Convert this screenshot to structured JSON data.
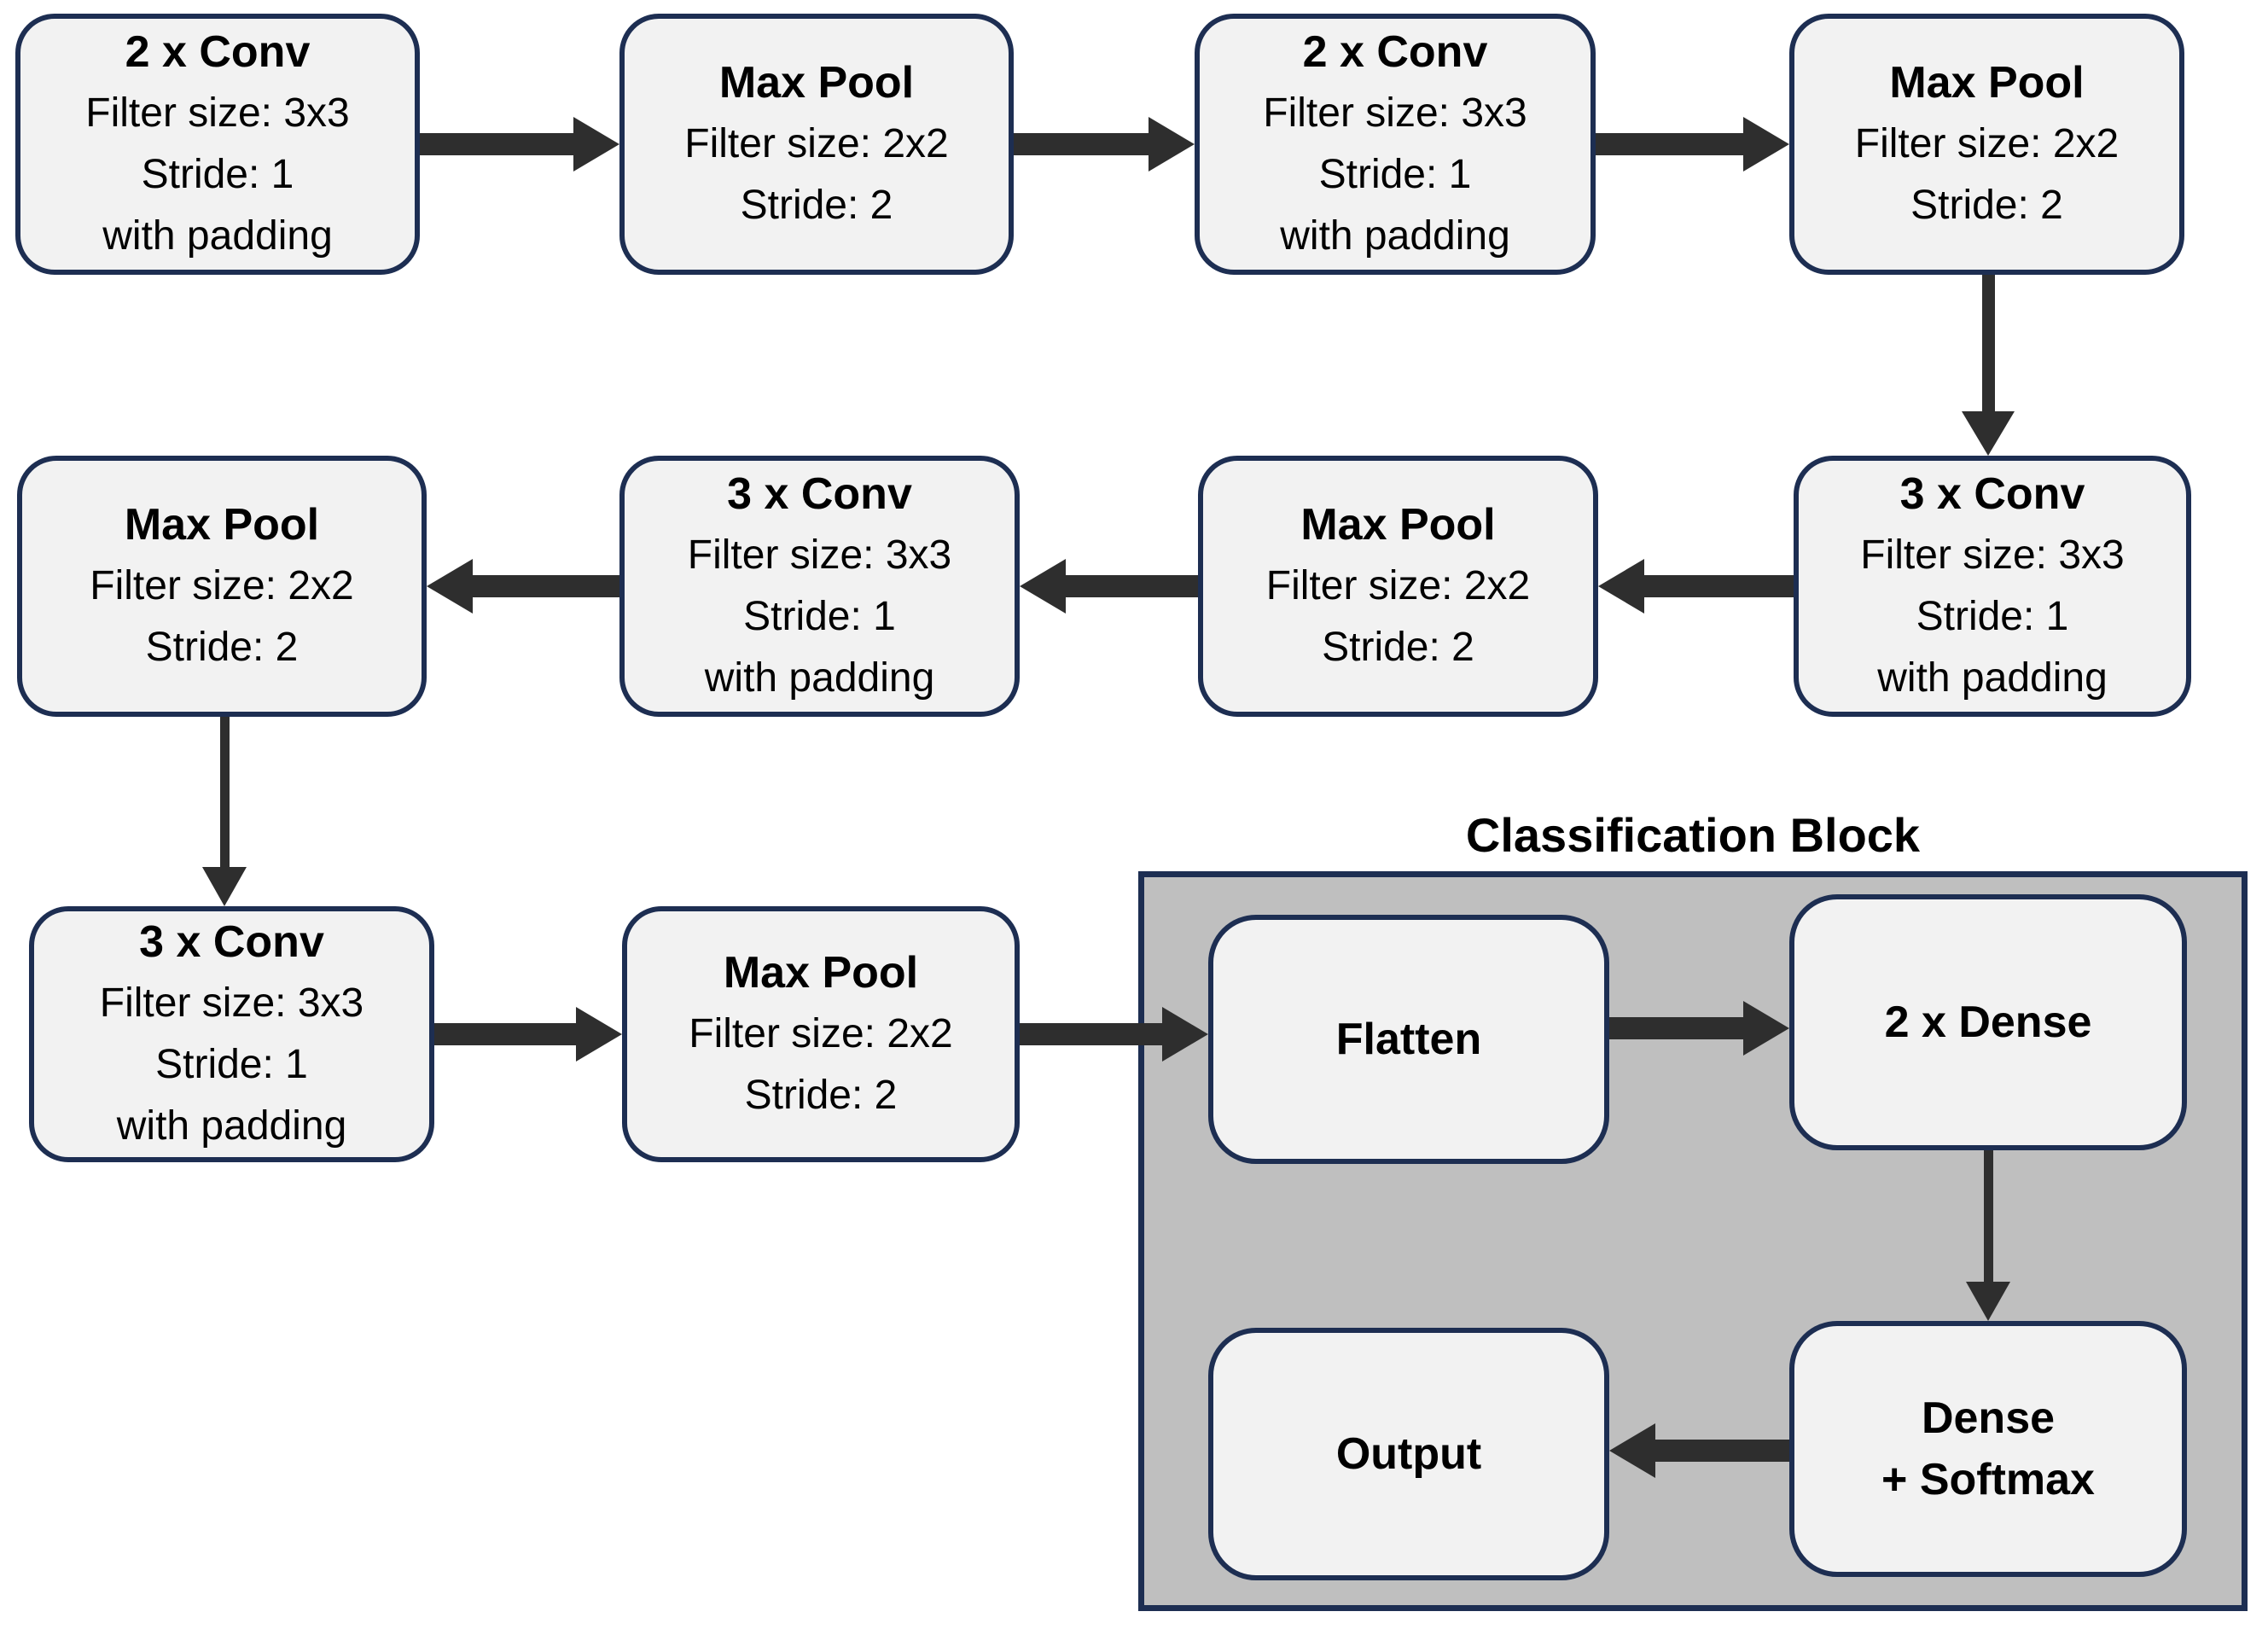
{
  "diagram": {
    "classification_block_label": "Classification Block"
  },
  "colors": {
    "bg": "#ffffff",
    "box_fill": "#f2f2f2",
    "box_border": "#1d2e52",
    "arrow": "#2e2e2e",
    "block_fill": "#bfbfbf",
    "text": "#000000"
  },
  "nodes": {
    "conv_block_1": {
      "title": "2 x Conv",
      "lines": [
        "Filter size: 3x3",
        "Stride: 1",
        "with padding"
      ]
    },
    "pool_1": {
      "title": "Max Pool",
      "lines": [
        "Filter size: 2x2",
        "Stride: 2"
      ]
    },
    "conv_block_2": {
      "title": "2 x Conv",
      "lines": [
        "Filter size: 3x3",
        "Stride: 1",
        "with padding"
      ]
    },
    "pool_2": {
      "title": "Max Pool",
      "lines": [
        "Filter size: 2x2",
        "Stride: 2"
      ]
    },
    "conv_block_3": {
      "title": "3 x Conv",
      "lines": [
        "Filter size: 3x3",
        "Stride: 1",
        "with padding"
      ]
    },
    "pool_3": {
      "title": "Max Pool",
      "lines": [
        "Filter size: 2x2",
        "Stride: 2"
      ]
    },
    "conv_block_4": {
      "title": "3 x Conv",
      "lines": [
        "Filter size: 3x3",
        "Stride: 1",
        "with padding"
      ]
    },
    "pool_4": {
      "title": "Max Pool",
      "lines": [
        "Filter size: 2x2",
        "Stride: 2"
      ]
    },
    "conv_block_5": {
      "title": "3 x Conv",
      "lines": [
        "Filter size: 3x3",
        "Stride: 1",
        "with padding"
      ]
    },
    "pool_5": {
      "title": "Max Pool",
      "lines": [
        "Filter size: 2x2",
        "Stride: 2"
      ]
    },
    "flatten": {
      "title": "Flatten"
    },
    "dense": {
      "title": "2 x Dense"
    },
    "dense_softmax": {
      "title": "Dense",
      "subtitle": "+ Softmax"
    },
    "output": {
      "title": "Output"
    }
  }
}
